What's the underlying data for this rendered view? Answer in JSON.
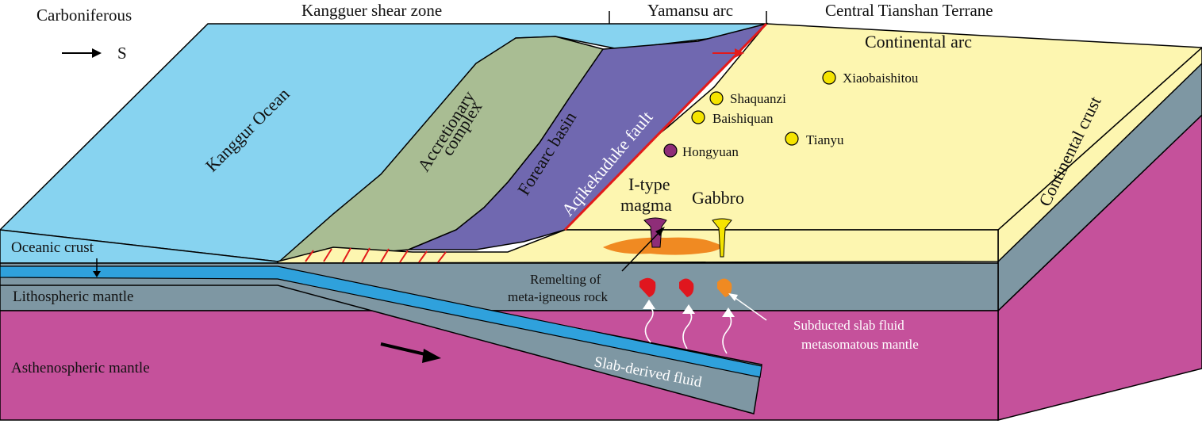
{
  "period": "Carboniferous",
  "direction": "S",
  "header": {
    "kangguer": "Kangguer shear zone",
    "yamansu": "Yamansu arc",
    "central": "Central Tianshan Terrane"
  },
  "surface": {
    "ocean": "Kanggur Ocean",
    "accretionary_line1": "Accretionary",
    "accretionary_line2": "complex",
    "forearc": "Forearc basin",
    "fault": "Aqikekuduke fault",
    "continental_arc": "Continental arc",
    "continental_crust": "Continental crust"
  },
  "deposits": [
    {
      "name": "Xiaobaishitou",
      "color": "#f5e400"
    },
    {
      "name": "Shaquanzi",
      "color": "#f5e400"
    },
    {
      "name": "Baishiquan",
      "color": "#f5e400"
    },
    {
      "name": "Tianyu",
      "color": "#f5e400"
    },
    {
      "name": "Hongyuan",
      "color": "#8e2d78"
    }
  ],
  "magma": {
    "itype_line1": "I-type",
    "itype_line2": "magma",
    "gabbro": "Gabbro"
  },
  "section": {
    "oceanic_crust": "Oceanic crust",
    "lithospheric_mantle": "Lithospheric mantle",
    "asthenospheric_mantle": "Asthenospheric mantle",
    "slab_fluid": "Slab-derived fluid",
    "remelting_line1": "Remelting of",
    "remelting_line2": "meta-igneous rock",
    "metasomatic_line1": "Subducted slab fluid",
    "metasomatic_line2": "metasomatous mantle"
  },
  "colors": {
    "ocean": "#87d3f0",
    "accretionary": "#a9bd93",
    "forearc": "#7068b0",
    "continental": "#fdf6b0",
    "lithosphere": "#7e97a3",
    "asthenosphere": "#c5519b",
    "slab": "#2fa1dc",
    "fault": "#e21b1b",
    "melt_orange": "#f08a22",
    "melt_red": "#e0161e",
    "gabbro": "#f5e400",
    "itype": "#8e2d78"
  }
}
